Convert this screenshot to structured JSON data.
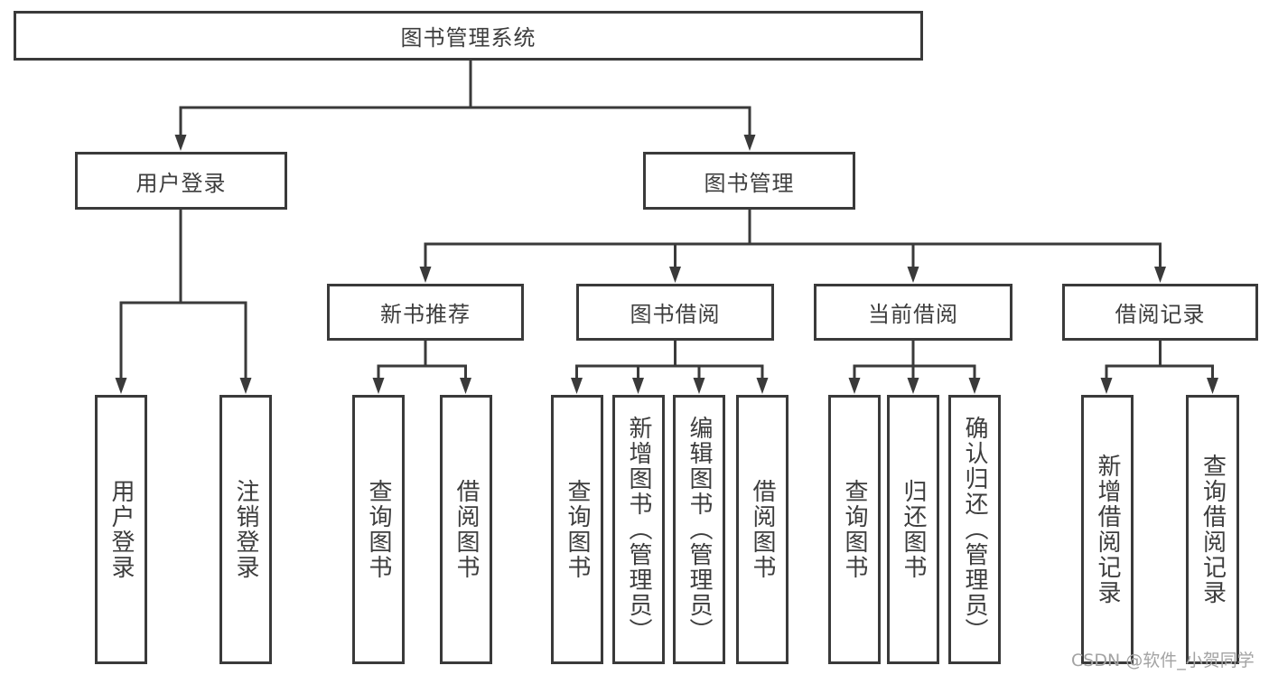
{
  "diagram": {
    "title": "图书管理系统",
    "nodes": {
      "root": "图书管理系统",
      "user_login": "用户登录",
      "book_management": "图书管理",
      "new_book_recommend": "新书推荐",
      "book_borrow": "图书借阅",
      "current_borrow": "当前借阅",
      "borrow_record": "借阅记录",
      "user_login_children": [
        "用户登录",
        "注销登录"
      ],
      "new_book_children": [
        "查询图书",
        "借阅图书"
      ],
      "book_borrow_children": [
        "查询图书",
        "新增图书（管理员）",
        "编辑图书（管理员）",
        "借阅图书"
      ],
      "current_borrow_children": [
        "查询图书",
        "归还图书",
        "确认归还（管理员）"
      ],
      "borrow_record_children": [
        "新增借阅记录",
        "查询借阅记录"
      ]
    },
    "colors": {
      "line": "#3a3a3a",
      "text": "#3d3d3d",
      "background": "#ffffff",
      "watermark": "#a3a3a3"
    }
  },
  "watermark": "CSDN @软件_小贺同学"
}
